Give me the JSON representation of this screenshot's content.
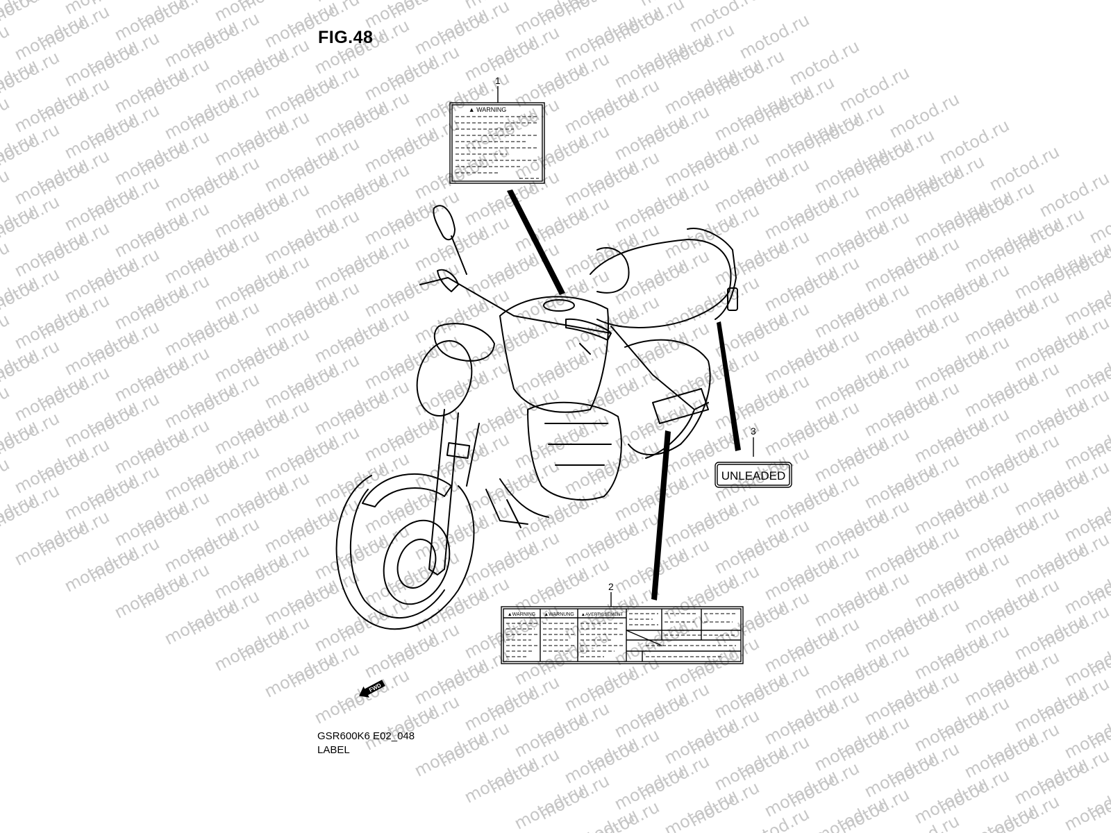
{
  "figure": {
    "title": "FIG.48",
    "model_code": "GSR600K6 E02_048",
    "section_name": "LABEL"
  },
  "watermark": {
    "text": "motod.ru"
  },
  "callouts": [
    {
      "number": "1",
      "part": "warning-label"
    },
    {
      "number": "2",
      "part": "multilingual-warning-label"
    },
    {
      "number": "3",
      "part": "unleaded-label"
    }
  ],
  "labels": {
    "warning": "WARNING",
    "warning_en": "WARNING",
    "warning_2": "WARNUNG",
    "warning_3": "AVERTISSEMENT",
    "unleaded": "UNLEADED"
  },
  "direction_marker": "FWD"
}
